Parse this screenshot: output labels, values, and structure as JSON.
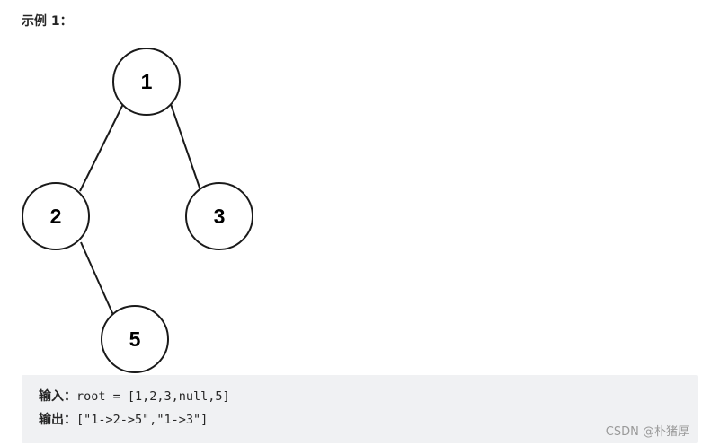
{
  "example": {
    "title": "示例 1："
  },
  "tree": {
    "nodes": [
      {
        "id": "n1",
        "label": "1"
      },
      {
        "id": "n2",
        "label": "2"
      },
      {
        "id": "n3",
        "label": "3"
      },
      {
        "id": "n5",
        "label": "5"
      }
    ]
  },
  "io": {
    "input_label": "输入：",
    "input_value": "root = [1,2,3,null,5]",
    "output_label": "输出：",
    "output_value": "[\"1->2->5\",\"1->3\"]"
  },
  "watermark": {
    "text": "CSDN @朴猪厚"
  }
}
